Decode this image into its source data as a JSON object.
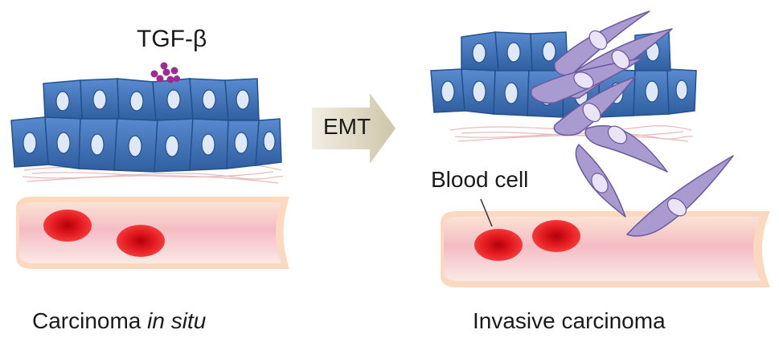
{
  "labels": {
    "tgf_beta": "TGF-β",
    "emt": "EMT",
    "blood_cell": "Blood cell",
    "left_caption_main": "Carcinoma ",
    "left_caption_italic": "in situ",
    "right_caption": "Invasive carcinoma"
  },
  "colors": {
    "epithelial_fill": "#3f73b4",
    "epithelial_stroke": "#24518c",
    "nucleus_fill": "#dfe8f7",
    "mesenchymal_fill": "#a99ad0",
    "mesenchymal_stroke": "#6a5a9e",
    "tgf_dots": "#9b2d8e",
    "vessel_outer": "#fbd5b8",
    "vessel_inner": "#f3c2c8",
    "blood_cell": "#e3141b",
    "arrow_fill": "#e5e0cf",
    "fiber": "#e6b5b9"
  }
}
